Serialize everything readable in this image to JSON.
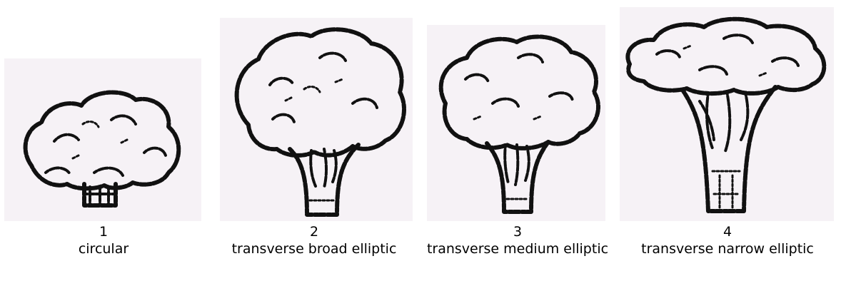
{
  "figures": [
    {
      "number": "1",
      "label": "circular"
    },
    {
      "number": "2",
      "label": "transverse broad elliptic"
    },
    {
      "number": "3",
      "label": "transverse medium elliptic"
    },
    {
      "number": "4",
      "label": "transverse narrow elliptic"
    }
  ],
  "colors": {
    "ink": "#111111",
    "panel_background": "#f6f2f6",
    "page_background": "#ffffff"
  }
}
